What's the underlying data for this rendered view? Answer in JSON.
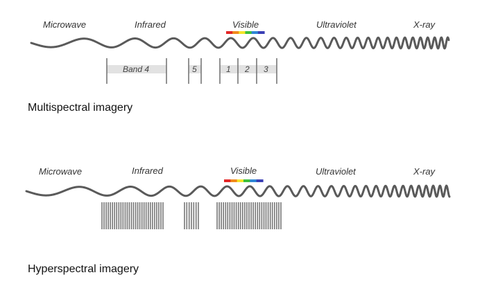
{
  "multispectral": {
    "regions": [
      "Microwave",
      "Infrared",
      "Visible",
      "Ultraviolet",
      "X-ray"
    ],
    "bands": [
      "Band 4",
      "5",
      "1",
      "2",
      "3"
    ],
    "caption": "Multispectral imagery"
  },
  "hyperspectral": {
    "regions": [
      "Microwave",
      "Infrared",
      "Visible",
      "Ultraviolet",
      "X-ray"
    ],
    "caption": "Hyperspectral  imagery"
  },
  "colors": {
    "wave": "#5a5a5a",
    "band_fill": "#e2e2e2",
    "tick": "#777777",
    "spectrum": [
      "#e32626",
      "#f08a1c",
      "#f5e52a",
      "#3cbf3c",
      "#2f86d6",
      "#3a3fb5"
    ]
  }
}
